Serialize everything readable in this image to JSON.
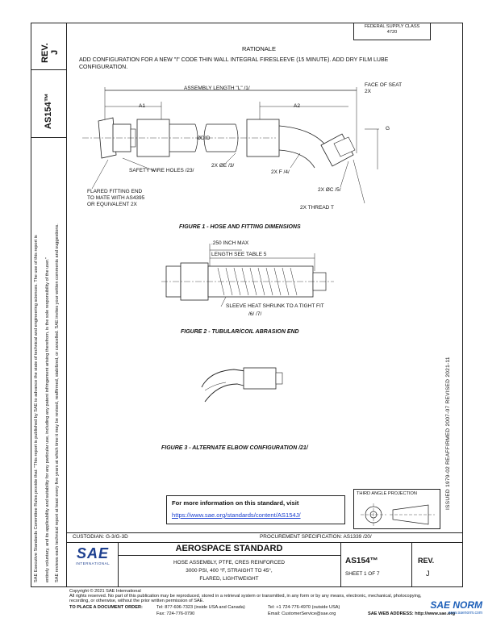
{
  "left_margin": {
    "doc_id": "AS154™",
    "rev_label": "REV.",
    "rev_value": "J",
    "legal_line1": "SAE Executive Standards Committee Rules provide that: \"This report is published by SAE to advance the state of technical and engineering sciences. The use of this report is",
    "legal_line2": "entirely voluntary, and its applicability and suitability for any particular use, including any patent infringement arising therefrom, is the sole responsibility of the user.\"",
    "legal_line3": "SAE reviews each technical report at least every five years at which time it may be revised, reaffirmed, stabilized, or cancelled. SAE invites your written comments and suggestions."
  },
  "right_margin": {
    "dates": "ISSUED 1979-02     REAFFIRMED 2007-07     REVISED 2021-11"
  },
  "header": {
    "fsc_label": "FEDERAL SUPPLY CLASS",
    "fsc_value": "4720",
    "rationale_title": "RATIONALE",
    "rationale_text": "ADD CONFIGURATION FOR A NEW \"I\" CODE THIN WALL INTEGRAL FIRESLEEVE (15 MINUTE). ADD DRY FILM LUBE CONFIGURATION."
  },
  "figure1": {
    "caption": "FIGURE 1 - HOSE AND FITTING DIMENSIONS",
    "assembly_length": "ASSEMBLY LENGTH \"L\" /1/",
    "face_of_seat": "FACE OF SEAT",
    "face_of_seat_2x": "2X",
    "a1": "A1",
    "a2": "A2",
    "od": "ØD",
    "id": "ID",
    "g": "G",
    "safety_wire": "SAFETY WIRE HOLES /23/",
    "two_x_e": "2X ØE /3/",
    "two_x_f": "2X F /4/",
    "two_x_c": "2X ØC /5/",
    "two_x_thread": "2X THREAD T",
    "flared_fitting_1": "FLARED FITTING END",
    "flared_fitting_2": "TO MATE WITH AS4395",
    "flared_fitting_3": "OR EQUIVALENT 2X"
  },
  "figure2": {
    "caption": "FIGURE 2 - TUBULAR/COIL ABRASION END",
    "max_label": ".250 INCH MAX",
    "length_label": "LENGTH     SEE TABLE 5",
    "sleeve_label": "SLEEVE HEAT SHRUNK TO A TIGHT FIT",
    "sleeve_refs": "/6/   /7/"
  },
  "figure3": {
    "caption": "FIGURE 3 - ALTERNATE ELBOW CONFIGURATION /21/"
  },
  "info_box": {
    "line1": "For more information on this standard, visit",
    "url": "https://www.sae.org/standards/content/AS154J/"
  },
  "third_angle": "THIRD ANGLE PROJECTION",
  "title_block": {
    "custodian": "CUSTODIAN: G-3/G-3D",
    "procurement": "PROCUREMENT SPECIFICATION: AS1339 /20/",
    "logo_text": "SAE",
    "logo_sub": "INTERNATIONAL",
    "standard_title": "AEROSPACE STANDARD",
    "description_1": "HOSE ASSEMBLY, PTFE, CRES REINFORCED",
    "description_2": "3000 PSI, 400 °F, STRAIGHT TO 45°,",
    "description_3": "FLARED, LIGHTWEIGHT",
    "doc_number": "AS154™",
    "sheet": "SHEET 1 OF 7",
    "rev_label": "REV.",
    "rev_value": "J"
  },
  "footer": {
    "copyright": "Copyright © 2021 SAE International",
    "rights": "All rights reserved. No part of this publication may be reproduced, stored in a retrieval system or transmitted, in any form or by any means, electronic, mechanical, photocopying,",
    "rights2": "recording, or otherwise, without the prior written permission of SAE.",
    "order_label": "TO PLACE A DOCUMENT ORDER:",
    "tel": "Tel:  877-606-7323 (inside USA and Canada)",
    "fax": "Fax: 724-776-0790",
    "tel2": "Tel:  +1 724-776-4970 (outside USA)",
    "email": "Email: CustomerService@sae.org",
    "web": "SAE WEB ADDRESS: http://www.sae.org"
  },
  "watermark": {
    "text": "SAE NORM",
    "sub": "www.saenorm.com"
  }
}
